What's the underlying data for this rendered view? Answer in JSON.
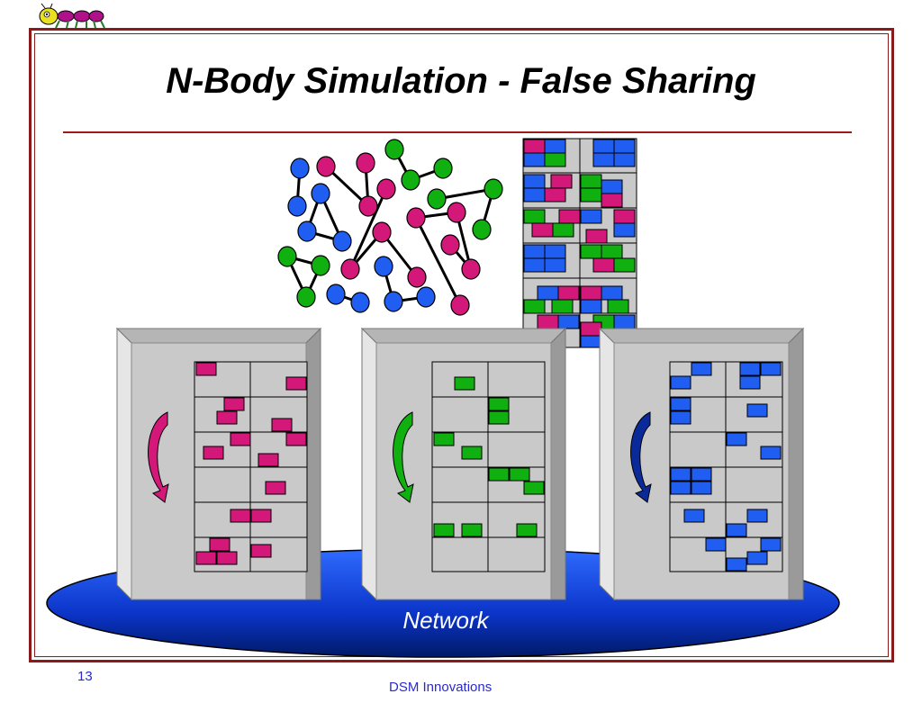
{
  "slide": {
    "title": "N-Body Simulation - False Sharing",
    "network_label": "Network",
    "page_number": "13",
    "footer": "DSM Innovations"
  },
  "colors": {
    "magenta": "#d4187a",
    "green": "#10b010",
    "blue": "#1f5ef0",
    "frame": "#8b1a1a",
    "network_top": "#1e5cff",
    "network_bottom": "#001a66"
  },
  "icons": [
    "ant-logo-icon",
    "rotate-arrow-icon"
  ]
}
